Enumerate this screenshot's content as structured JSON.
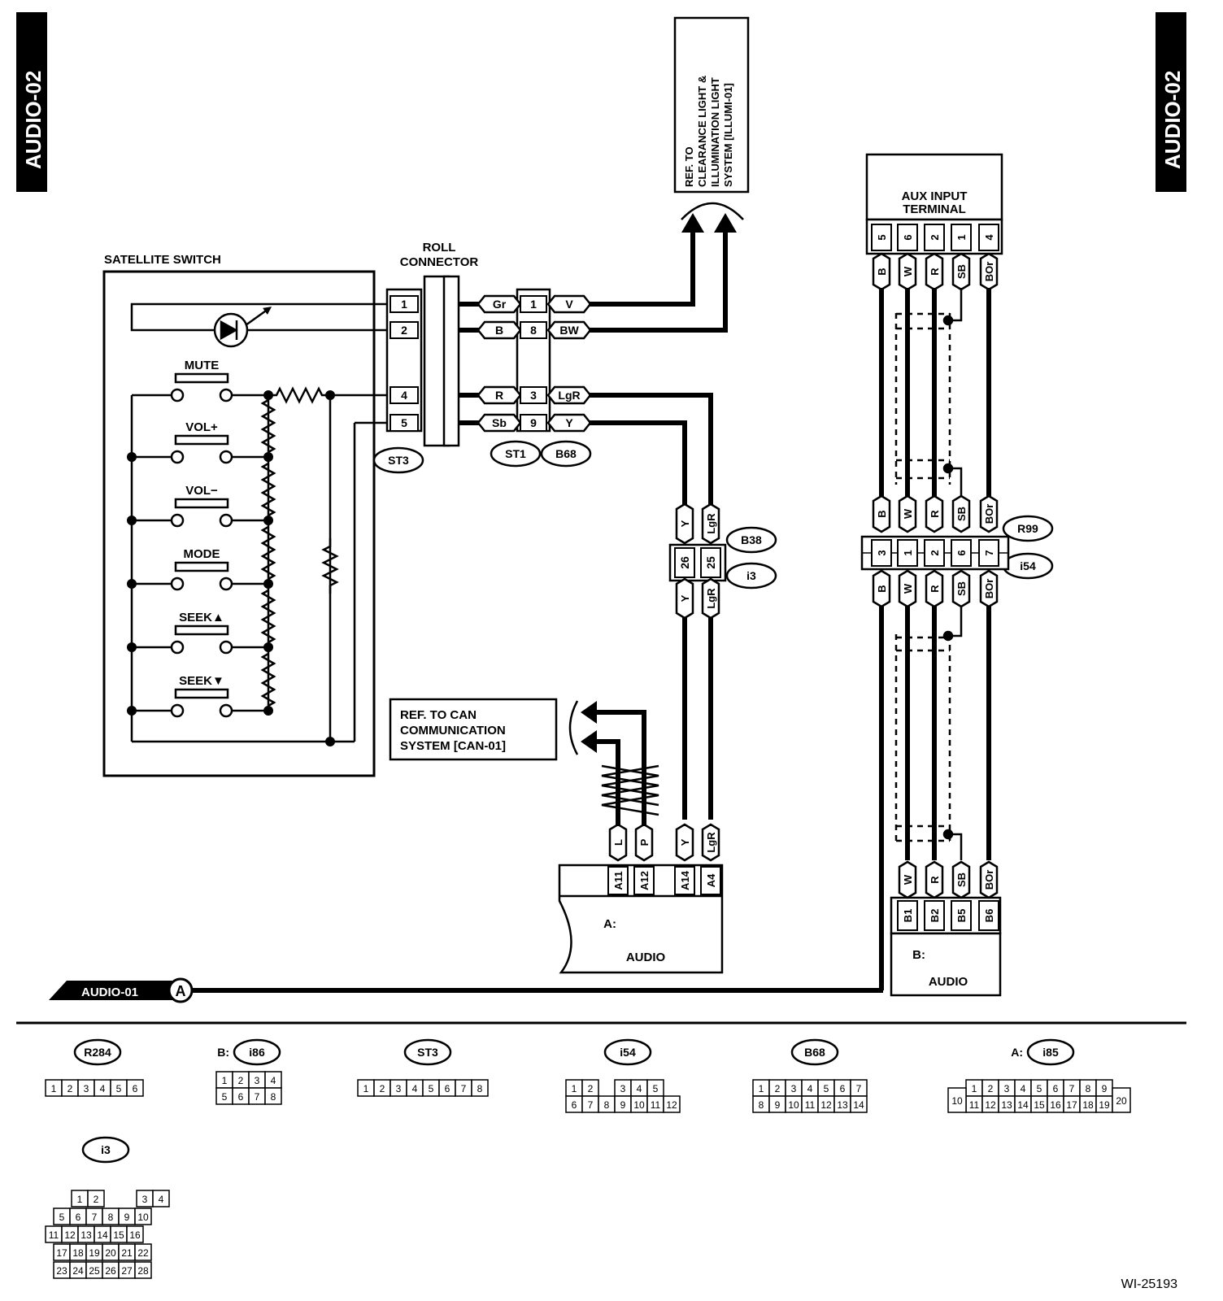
{
  "page_tag": "AUDIO-02",
  "figure_id": "WI-25193",
  "satellite_switch": {
    "title": "SATELLITE SWITCH",
    "buttons": [
      "MUTE",
      "VOL+",
      "VOL−",
      "MODE",
      "SEEK▲",
      "SEEK▼"
    ]
  },
  "roll_connector": {
    "title_line1": "ROLL",
    "title_line2": "CONNECTOR",
    "st3_pins": [
      "1",
      "2",
      "4",
      "5"
    ],
    "st1_colors": [
      "Gr",
      "B",
      "R",
      "Sb"
    ],
    "b68_pins": [
      "1",
      "8",
      "3",
      "9"
    ],
    "b68_colors": [
      "V",
      "BW",
      "LgR",
      "Y"
    ]
  },
  "connector_ids": {
    "st3": "ST3",
    "st1": "ST1",
    "b68": "B68",
    "b38": "B38",
    "i3": "i3",
    "r99": "R99",
    "i54": "i54",
    "r284": "R284",
    "i85": "i85",
    "i86": "i86"
  },
  "ref_illumi": {
    "lines": [
      "REF. TO",
      "CLEARANCE LIGHT &",
      "ILLUMINATION LIGHT",
      "SYSTEM [ILLUMI-01]"
    ]
  },
  "ref_can": {
    "lines": [
      "REF. TO CAN",
      "COMMUNICATION",
      "SYSTEM [CAN-01]"
    ]
  },
  "b38_i3": {
    "top_colors": [
      "Y",
      "LgR"
    ],
    "pins": [
      "26",
      "25"
    ],
    "bottom_colors": [
      "Y",
      "LgR"
    ]
  },
  "audio_a": {
    "prefix": "A:",
    "label": "AUDIO",
    "colors": [
      "L",
      "P",
      "Y",
      "LgR"
    ],
    "pins": [
      "A11",
      "A12",
      "A14",
      "A4"
    ]
  },
  "aux_terminal": {
    "label_line1": "AUX INPUT",
    "label_line2": "TERMINAL",
    "pins": [
      "5",
      "6",
      "2",
      "1",
      "4"
    ],
    "colors": [
      "B",
      "W",
      "R",
      "SB",
      "BOr"
    ]
  },
  "r99_i54": {
    "top_colors": [
      "B",
      "W",
      "R",
      "SB",
      "BOr"
    ],
    "pins": [
      "3",
      "1",
      "2",
      "6",
      "7"
    ],
    "bottom_colors": [
      "B",
      "W",
      "R",
      "SB",
      "BOr"
    ]
  },
  "audio_b": {
    "prefix": "B:",
    "label": "AUDIO",
    "colors": [
      "W",
      "R",
      "SB",
      "BOr"
    ],
    "pins": [
      "B1",
      "B2",
      "B5",
      "B6"
    ]
  },
  "audio01_link": {
    "label": "AUDIO-01",
    "letter": "A"
  },
  "connector_faces": {
    "r284": {
      "label": "R284",
      "rows": [
        [
          "1",
          "2",
          "3",
          "4",
          "5",
          "6"
        ]
      ]
    },
    "i86": {
      "prefix": "B:",
      "label": "i86",
      "rows": [
        [
          "1",
          "2",
          "3",
          "4"
        ],
        [
          "5",
          "6",
          "7",
          "8"
        ]
      ]
    },
    "st3": {
      "label": "ST3",
      "rows": [
        [
          "1",
          "2",
          "3",
          "4",
          "5",
          "6",
          "7",
          "8"
        ]
      ]
    },
    "i54": {
      "label": "i54",
      "rows": [
        [
          "1",
          "2",
          "",
          "3",
          "4",
          "5"
        ],
        [
          "6",
          "7",
          "8",
          "9",
          "10",
          "11",
          "12"
        ]
      ]
    },
    "b68": {
      "label": "B68",
      "rows": [
        [
          "1",
          "2",
          "3",
          "4",
          "5",
          "6",
          "7"
        ],
        [
          "8",
          "9",
          "10",
          "11",
          "12",
          "13",
          "14"
        ]
      ]
    },
    "i85": {
      "prefix": "A:",
      "label": "i85",
      "rows": [
        [
          "1",
          "2",
          "3",
          "4",
          "5",
          "6",
          "7",
          "8",
          "9"
        ],
        [
          "11",
          "12",
          "13",
          "14",
          "15",
          "16",
          "17",
          "18",
          "19"
        ]
      ],
      "left": "10",
      "right": "20"
    },
    "i3": {
      "label": "i3",
      "rows": [
        [
          "1",
          "2",
          "3",
          "4"
        ],
        [
          "5",
          "6",
          "7",
          "8",
          "9",
          "10"
        ],
        [
          "11",
          "12",
          "13",
          "14",
          "15",
          "16"
        ],
        [
          "17",
          "18",
          "19",
          "20",
          "21",
          "22"
        ],
        [
          "23",
          "24",
          "25",
          "26",
          "27",
          "28"
        ]
      ]
    }
  }
}
